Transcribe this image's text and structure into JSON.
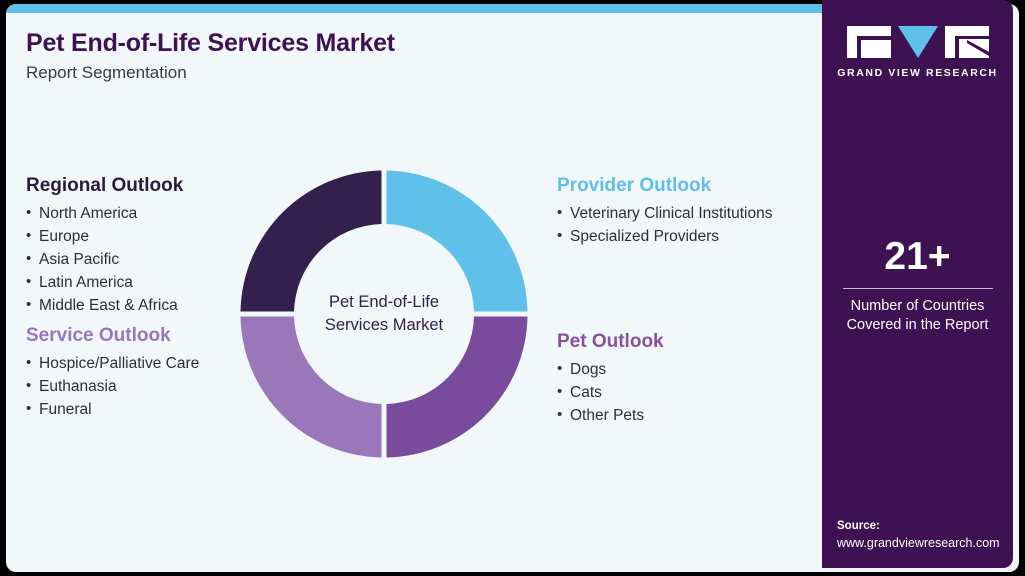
{
  "header": {
    "title": "Pet End-of-Life Services Market",
    "subtitle": "Report Segmentation"
  },
  "donut": {
    "center_line1": "Pet End-of-Life",
    "center_line2": "Services Market"
  },
  "blocks": {
    "regional": {
      "title": "Regional Outlook",
      "items": [
        "North America",
        "Europe",
        "Asia Pacific",
        "Latin America",
        "Middle East & Africa"
      ]
    },
    "service": {
      "title": "Service Outlook",
      "items": [
        "Hospice/Palliative Care",
        "Euthanasia",
        "Funeral"
      ]
    },
    "provider": {
      "title": "Provider Outlook",
      "items": [
        "Veterinary Clinical Institutions",
        "Specialized Providers"
      ]
    },
    "pet": {
      "title": "Pet Outlook",
      "items": [
        "Dogs",
        "Cats",
        "Other Pets"
      ]
    }
  },
  "panel": {
    "logo_text": "GRAND VIEW RESEARCH",
    "stat_number": "21+",
    "stat_label_line1": "Number of Countries",
    "stat_label_line2": "Covered in the Report",
    "source_label": "Source:",
    "source_url": "www.grandviewresearch.com"
  },
  "colors": {
    "accent_blue": "#5fc0ea",
    "brand_purple": "#3d1152",
    "segment_dark_purple": "#33204d",
    "segment_blue": "#5fc0ea",
    "segment_deep_purple": "#7a4b9c",
    "segment_light_purple": "#9a77b8",
    "card_background": "#f2f7fa",
    "heading_regional": "#2b1b3d",
    "heading_service": "#9a77b8",
    "heading_provider": "#5fc0ea",
    "heading_pet": "#8a4f9e"
  },
  "chart_data": {
    "type": "pie",
    "title": "Pet End-of-Life Services Market",
    "subtitle": "Report Segmentation",
    "categories": [
      "Provider Outlook",
      "Pet Outlook",
      "Service Outlook",
      "Regional Outlook"
    ],
    "values": [
      25,
      25,
      25,
      25
    ],
    "colors": [
      "#5fc0ea",
      "#7a4b9c",
      "#9a77b8",
      "#33204d"
    ],
    "legend": "none",
    "donut": true,
    "inner_radius_ratio": 0.63,
    "annotations": [
      "Pet End-of-Life Services Market"
    ]
  }
}
